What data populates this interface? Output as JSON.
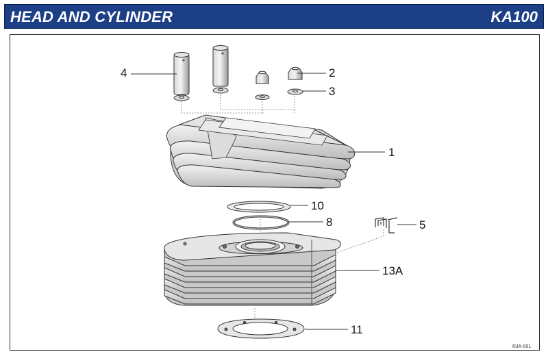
{
  "header": {
    "title": "HEAD AND CYLINDER",
    "model": "KA100"
  },
  "callouts": {
    "c4": "4",
    "c2": "2",
    "c3": "3",
    "c1": "1",
    "c10": "10",
    "c8": "8",
    "c5": "5",
    "c13a": "13A",
    "c11": "11"
  },
  "reference_code": "RJA-001",
  "colors": {
    "header_bg": "#1d3f86",
    "header_text": "#ffffff"
  }
}
